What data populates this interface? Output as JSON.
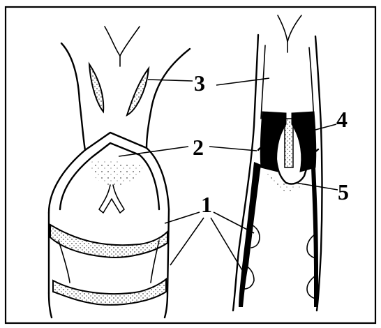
{
  "labels": {
    "l1": "1",
    "l2": "2",
    "l3": "3",
    "l4": "4",
    "l5": "5"
  },
  "colors": {
    "ink": "#000000",
    "background": "#ffffff"
  }
}
